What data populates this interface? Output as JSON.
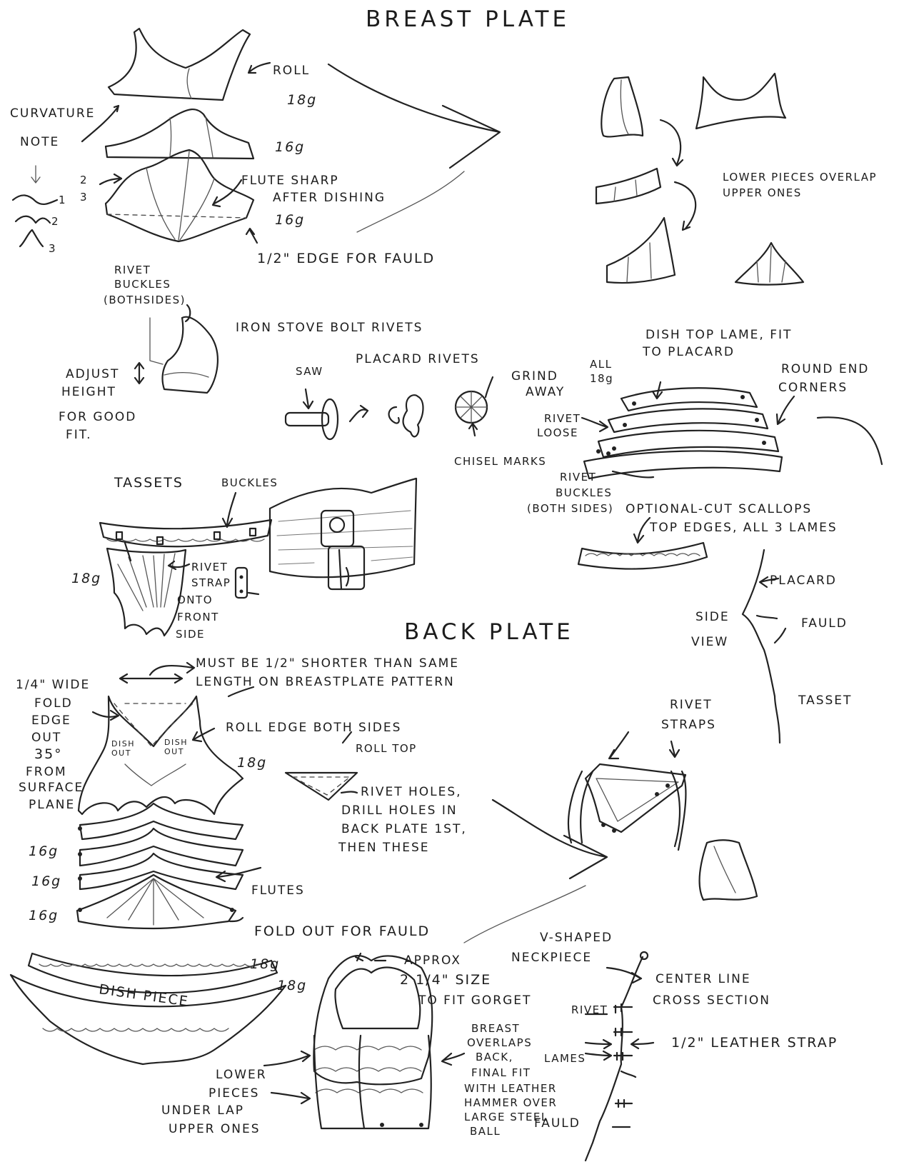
{
  "titles": {
    "breast_plate": "BREAST PLATE",
    "back_plate": "BACK PLATE"
  },
  "breast": {
    "roll": "ROLL",
    "g18": "18g",
    "g16a": "16g",
    "g16b": "16g",
    "curvature_note_1": "CURVATURE",
    "curvature_note_2": "NOTE",
    "flute_1": "FLUTE SHARP",
    "flute_2": "AFTER DISHING",
    "edge_fauld": "1/2\" EDGE FOR FAULD",
    "num_1": "1",
    "num_2": "2",
    "num_3": "3",
    "num_2b": "2",
    "num_3b": "3",
    "overlap_1": "LOWER PIECES OVERLAP",
    "overlap_2": "UPPER ONES"
  },
  "rivets": {
    "rivet_buckles_1": "RIVET",
    "rivet_buckles_2": "BUCKLES",
    "rivet_buckles_3": "(BOTHSIDES)",
    "iron_stove": "IRON STOVE BOLT RIVETS",
    "adjust_1": "ADJUST",
    "adjust_2": "HEIGHT",
    "adjust_3": "FOR GOOD",
    "adjust_4": "FIT.",
    "saw": "SAW",
    "placard_rivets": "PLACARD RIVETS",
    "grind_1": "GRIND",
    "grind_2": "AWAY",
    "chisel": "CHISEL MARKS"
  },
  "lames": {
    "dish_1": "DISH TOP LAME, FIT",
    "dish_2": "TO PLACARD",
    "all_1": "ALL",
    "all_2": "18g",
    "round_1": "ROUND END",
    "round_2": "CORNERS",
    "rivet_loose_1": "RIVET",
    "rivet_loose_2": "LOOSE",
    "rb_1": "RIVET",
    "rb_2": "BUCKLES",
    "rb_3": "(BOTH SIDES)",
    "optional_1": "OPTIONAL-CUT SCALLOPS",
    "optional_2": "TOP EDGES, ALL 3 LAMES"
  },
  "side": {
    "placard": "PLACARD",
    "side_1": "SIDE",
    "side_2": "VIEW",
    "fauld": "FAULD",
    "tasset": "TASSET"
  },
  "tassets": {
    "title": "TASSETS",
    "buckles": "BUCKLES",
    "g18": "18g",
    "strap_1": "RIVET",
    "strap_2": "STRAP",
    "strap_3": "ONTO",
    "strap_4": "FRONT",
    "strap_5": "SIDE"
  },
  "back": {
    "must_1": "MUST BE 1/2\" SHORTER THAN SAME",
    "must_2": "LENGTH ON BREASTPLATE PATTERN",
    "wide_1": "1/4\" WIDE",
    "wide_2": "FOLD",
    "wide_3": "EDGE",
    "wide_4": "OUT",
    "wide_5": "35°",
    "wide_6": "FROM",
    "wide_7": "SURFACE",
    "wide_8": "PLANE",
    "dish_out_1": "DISH OUT",
    "dish_out_2": "DISH OUT",
    "roll_edge": "ROLL EDGE BOTH SIDES",
    "roll_top": "ROLL TOP",
    "g18": "18g",
    "rivet_holes_1": "RIVET HOLES,",
    "rivet_holes_2": "DRILL HOLES IN",
    "rivet_holes_3": "BACK PLATE 1ST,",
    "rivet_holes_4": "THEN THESE",
    "g16a": "16g",
    "g16b": "16g",
    "g16c": "16g",
    "flutes": "FLUTES",
    "fold_out": "FOLD OUT FOR FAULD",
    "rivet_straps_1": "RIVET",
    "rivet_straps_2": "STRAPS"
  },
  "bottom": {
    "dish_piece": "DISH PIECE",
    "g18a": "18g",
    "g18b": "18g",
    "approx_1": "APPROX",
    "approx_2": "2 1/4\" SIZE",
    "approx_3": "TO FIT GORGET",
    "lower_1": "LOWER",
    "lower_2": "PIECES",
    "lower_3": "UNDER LAP",
    "lower_4": "UPPER ONES",
    "breast_1": "BREAST",
    "breast_2": "OVERLAPS",
    "breast_3": "BACK,",
    "breast_4": "FINAL FIT",
    "breast_5": "WITH LEATHER",
    "breast_6": "HAMMER OVER",
    "breast_7": "LARGE STEEL",
    "breast_8": "BALL",
    "fauld": "FAULD",
    "vneck_1": "V-SHAPED",
    "vneck_2": "NECKPIECE",
    "center_1": "CENTER LINE",
    "center_2": "CROSS SECTION",
    "rivet": "RIVET",
    "leather": "1/2\" LEATHER STRAP",
    "lames": "LAMES"
  }
}
